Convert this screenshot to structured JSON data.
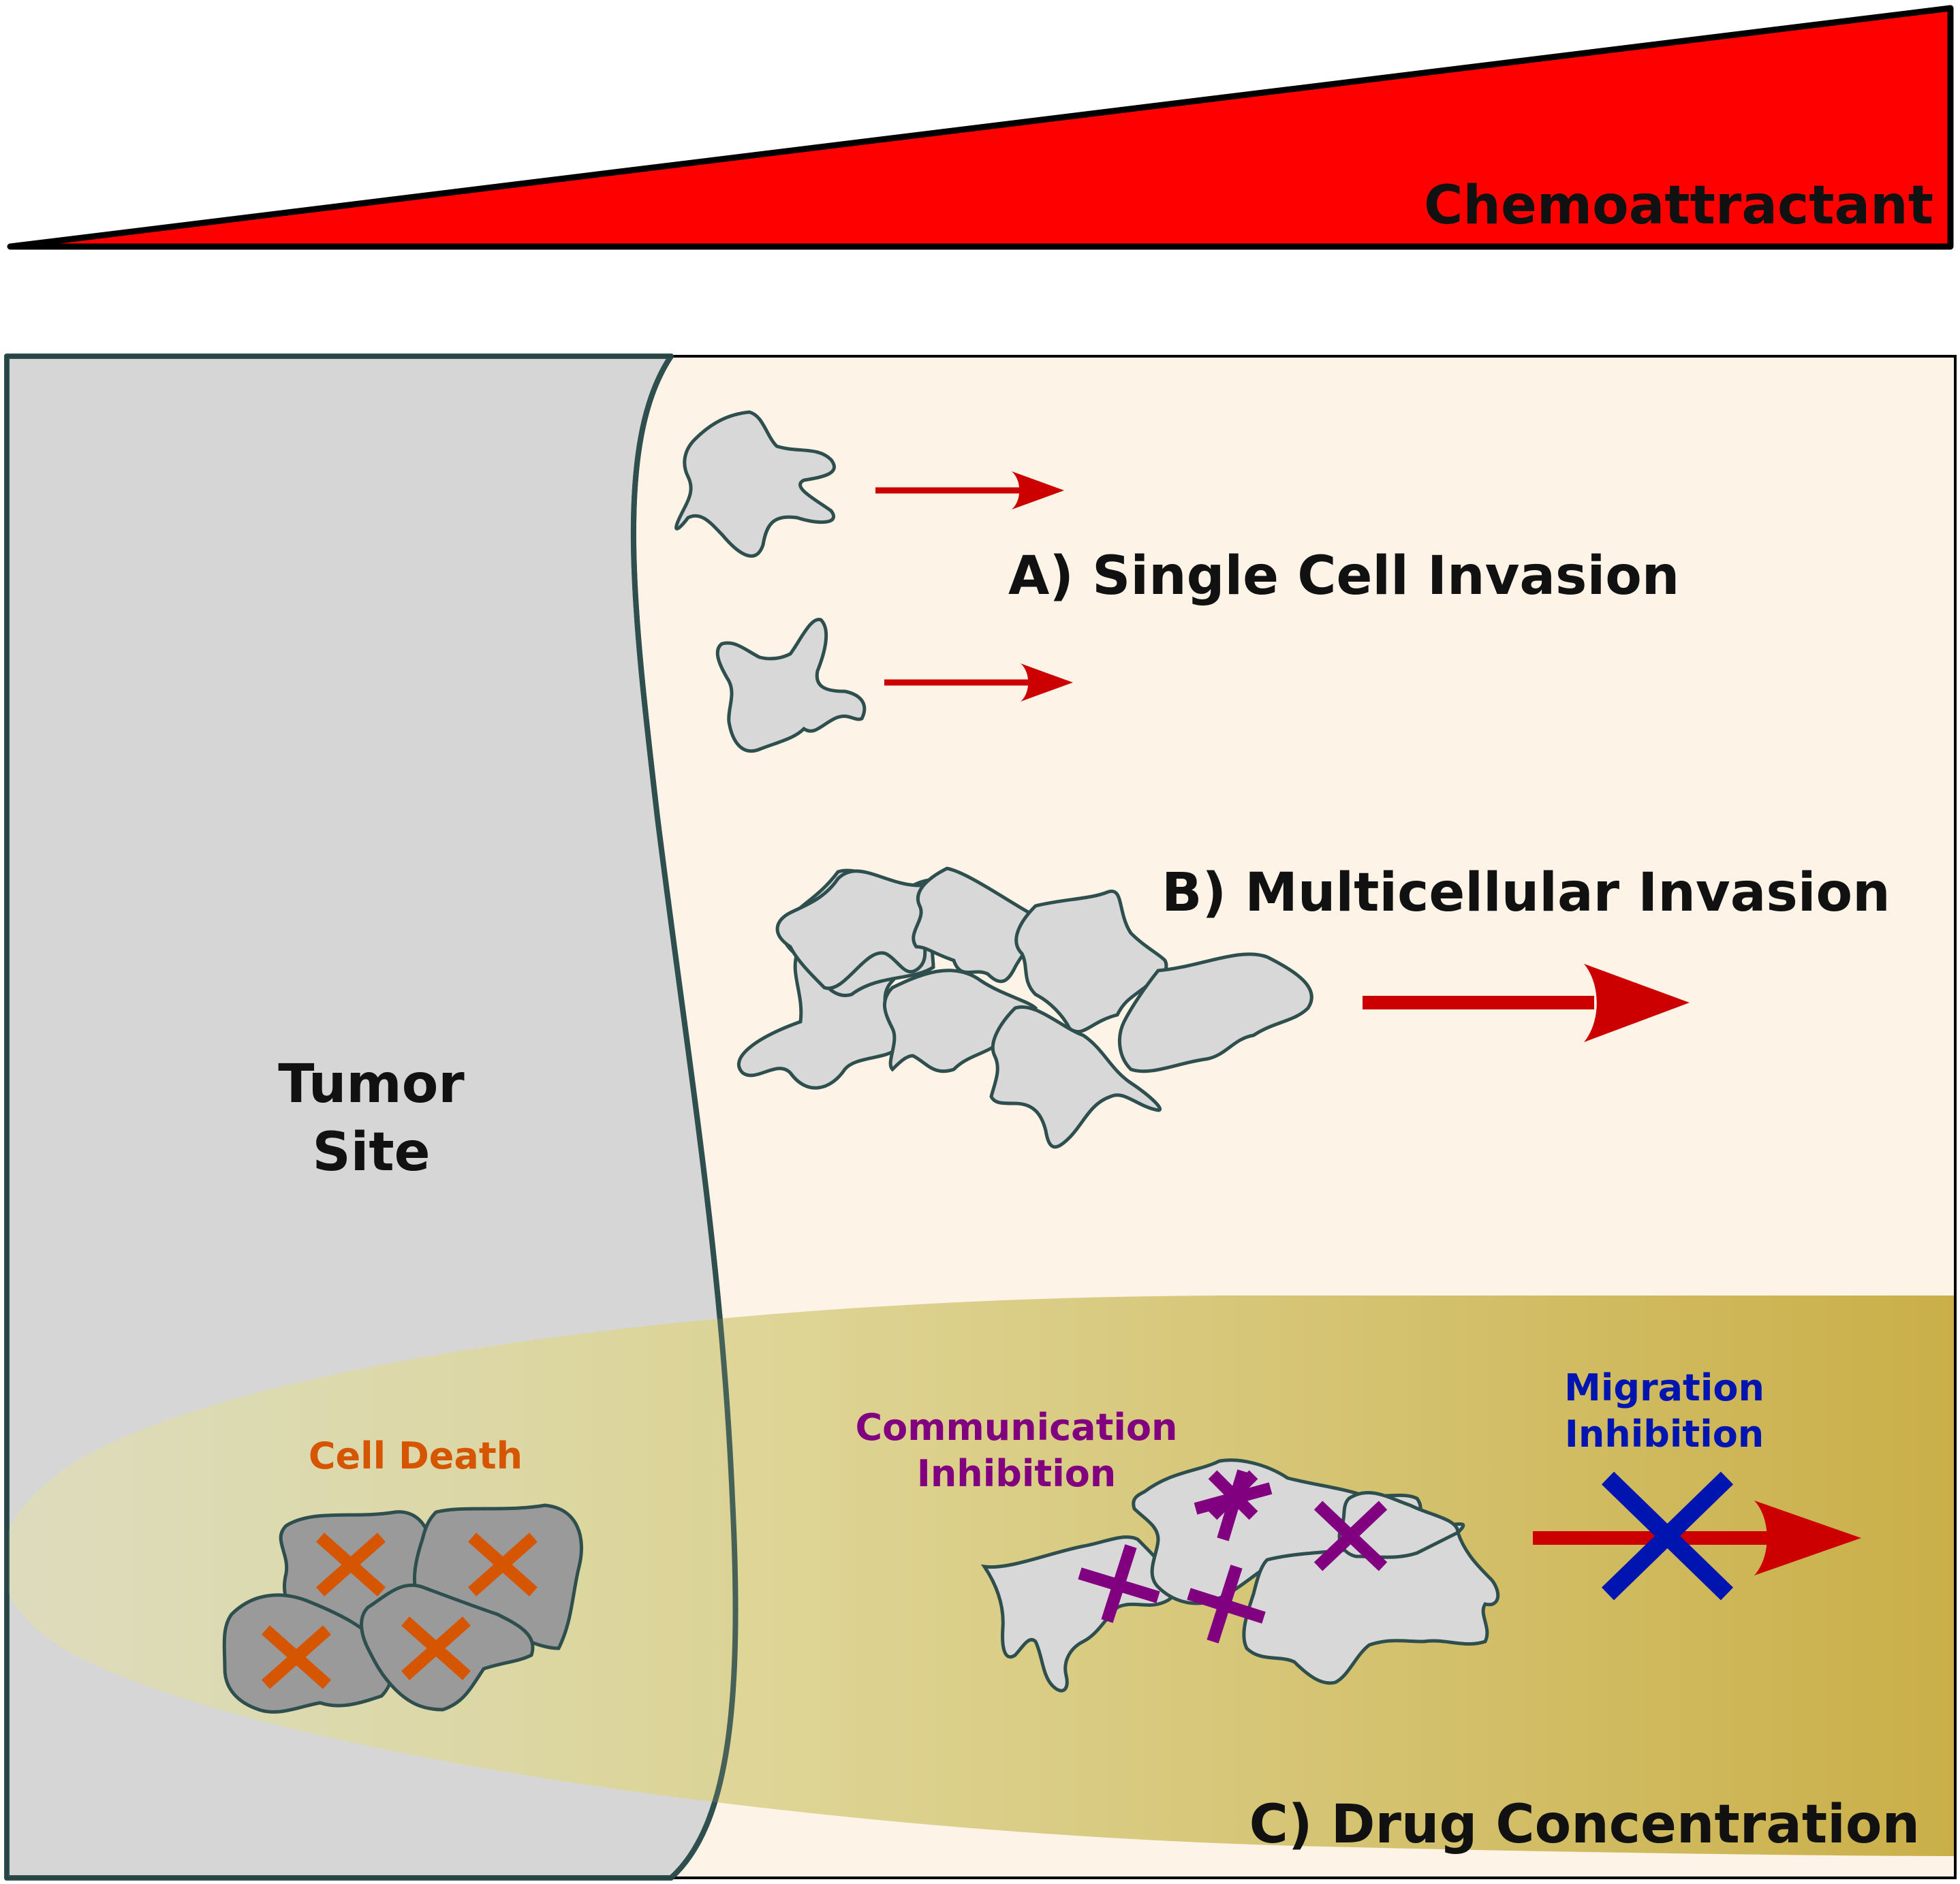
{
  "gradient": {
    "label": "Chemoattractant",
    "color": "#ff0000"
  },
  "regions": {
    "tumor_site": {
      "line1": "Tumor",
      "line2": "Site",
      "fill": "#d6d6d6",
      "border": "#2f4f4f"
    },
    "matrix": {
      "fill": "#fdf3e7"
    },
    "drug_zone": {
      "label": "C) Drug Concentration",
      "fill_light": "#dedb9b",
      "fill_dark": "#cab04a"
    }
  },
  "panels": {
    "a": {
      "label": "A) Single Cell Invasion"
    },
    "b": {
      "label": "B) Multicellular Invasion"
    }
  },
  "effects": {
    "cell_death": {
      "label": "Cell Death",
      "color": "#d55500"
    },
    "communication": {
      "line1": "Communication",
      "line2": "Inhibition",
      "color": "#800080"
    },
    "migration": {
      "line1": "Migration",
      "line2": "Inhibition",
      "color": "#0015b0"
    }
  },
  "colors": {
    "arrow": "#cc0000",
    "cell_fill": "#d8d8d8",
    "dead_cell_fill": "#9a9a9a",
    "cell_outline": "#2f4f4f"
  }
}
